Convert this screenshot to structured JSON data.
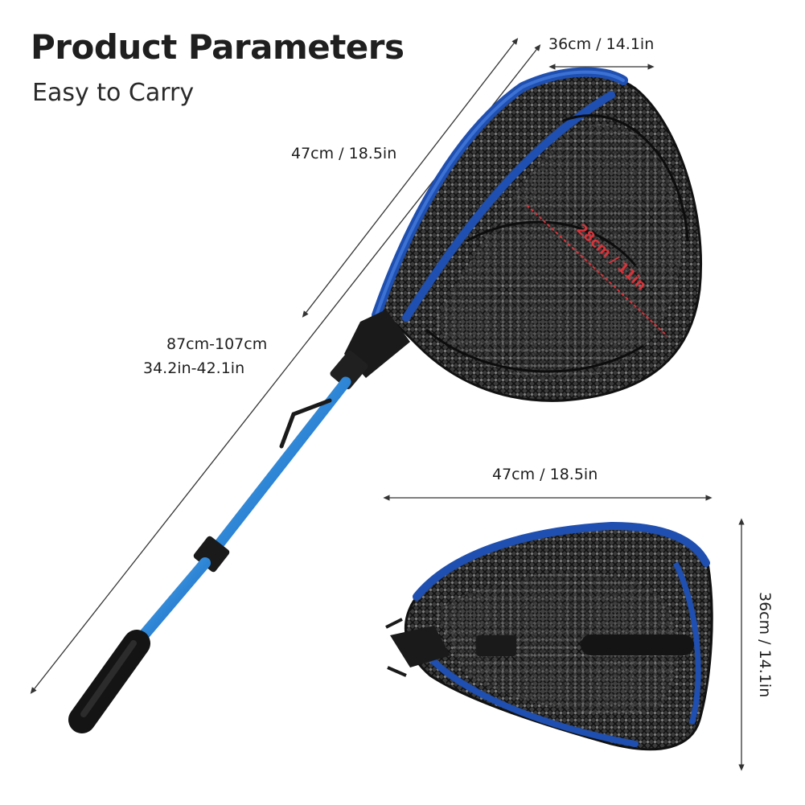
{
  "heading": {
    "title": "Product Parameters",
    "subtitle": "Easy to Carry"
  },
  "dimensions": {
    "hoop_width": "36cm / 14.1in",
    "hoop_length": "47cm / 18.5in",
    "net_depth": "28cm / 11in",
    "total_length_cm": "87cm-107cm",
    "total_length_in": "34.2in-42.1in",
    "folded_length": "47cm / 18.5in",
    "folded_width": "36cm / 14.1in"
  },
  "colors": {
    "handle_blue": "#2f86d6",
    "frame_blue": "#1f4fb0",
    "grip_black": "#141414",
    "net_black": "#1a1a1a",
    "accent_red": "#d8343a"
  }
}
